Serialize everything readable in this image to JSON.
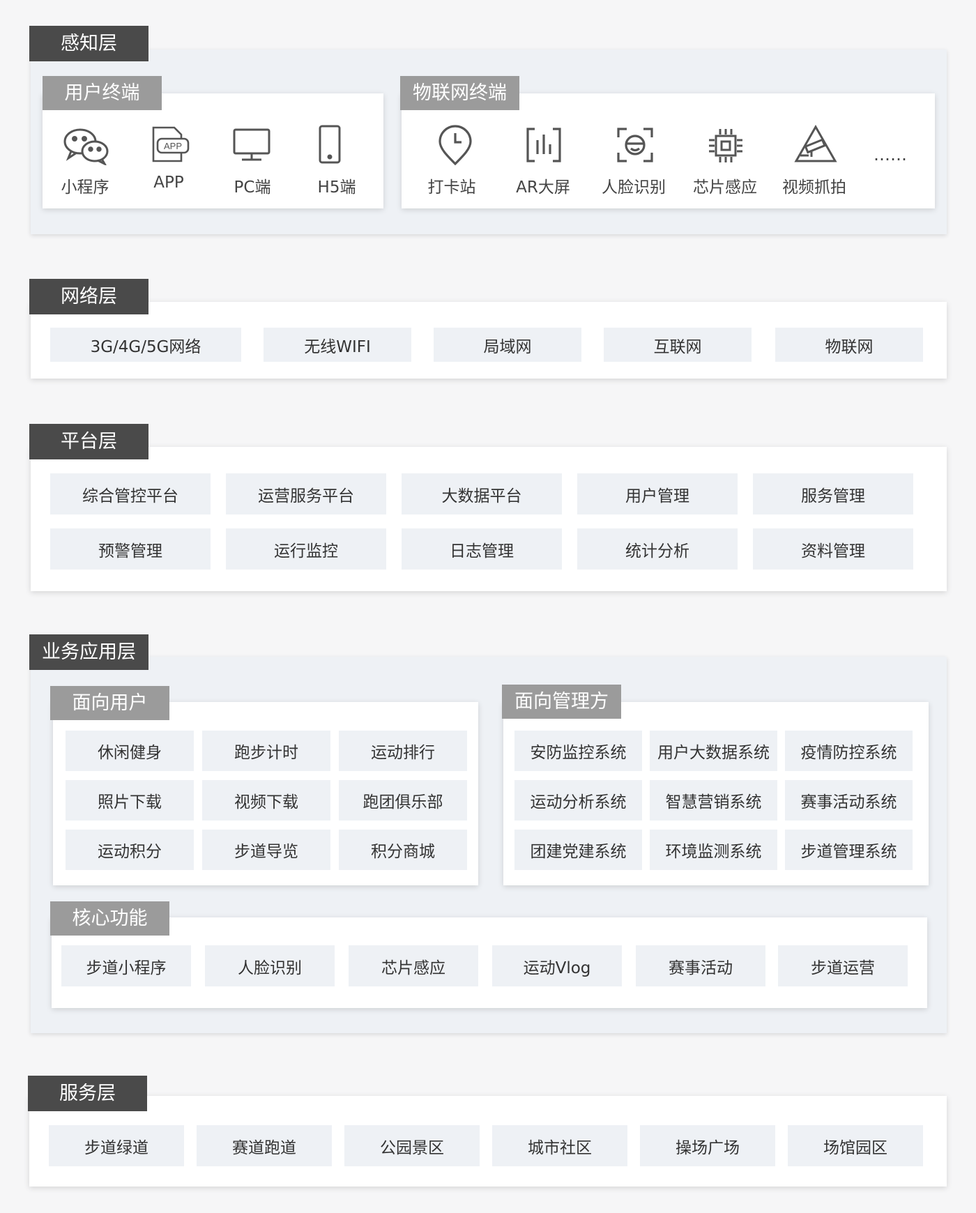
{
  "layers": {
    "perception": {
      "title": "感知层",
      "user_terminal": {
        "title": "用户终端",
        "items": [
          {
            "icon": "wechat-icon",
            "label": "小程序"
          },
          {
            "icon": "app-icon",
            "label": "APP"
          },
          {
            "icon": "monitor-icon",
            "label": "PC端"
          },
          {
            "icon": "phone-icon",
            "label": "H5端"
          }
        ]
      },
      "iot_terminal": {
        "title": "物联网终端",
        "items": [
          {
            "icon": "location-clock-icon",
            "label": "打卡站"
          },
          {
            "icon": "ar-screen-icon",
            "label": "AR大屏"
          },
          {
            "icon": "face-scan-icon",
            "label": "人脸识别"
          },
          {
            "icon": "chip-icon",
            "label": "芯片感应"
          },
          {
            "icon": "camera-icon",
            "label": "视频抓拍"
          }
        ],
        "more": "……"
      }
    },
    "network": {
      "title": "网络层",
      "items": [
        "3G/4G/5G网络",
        "无线WIFI",
        "局域网",
        "互联网",
        "物联网"
      ]
    },
    "platform": {
      "title": "平台层",
      "rows": [
        [
          "综合管控平台",
          "运营服务平台",
          "大数据平台",
          "用户管理",
          "服务管理"
        ],
        [
          "预警管理",
          "运行监控",
          "日志管理",
          "统计分析",
          "资料管理"
        ]
      ]
    },
    "business": {
      "title": "业务应用层",
      "for_users": {
        "title": "面向用户",
        "rows": [
          [
            "休闲健身",
            "跑步计时",
            "运动排行"
          ],
          [
            "照片下载",
            "视频下载",
            "跑团俱乐部"
          ],
          [
            "运动积分",
            "步道导览",
            "积分商城"
          ]
        ]
      },
      "for_managers": {
        "title": "面向管理方",
        "rows": [
          [
            "安防监控系统",
            "用户大数据系统",
            "疫情防控系统"
          ],
          [
            "运动分析系统",
            "智慧营销系统",
            "赛事活动系统"
          ],
          [
            "团建党建系统",
            "环境监测系统",
            "步道管理系统"
          ]
        ]
      },
      "core": {
        "title": "核心功能",
        "items": [
          "步道小程序",
          "人脸识别",
          "芯片感应",
          "运动Vlog",
          "赛事活动",
          "步道运营"
        ]
      }
    },
    "service": {
      "title": "服务层",
      "items": [
        "步道绿道",
        "赛道跑道",
        "公园景区",
        "城市社区",
        "操场广场",
        "场馆园区"
      ]
    }
  },
  "colors": {
    "tab_dark": "#4a4a4a",
    "tab_grey": "#9b9b9b",
    "cell_bg": "#eef1f5",
    "panel_bg": "#ffffff",
    "icon_stroke": "#555555"
  }
}
